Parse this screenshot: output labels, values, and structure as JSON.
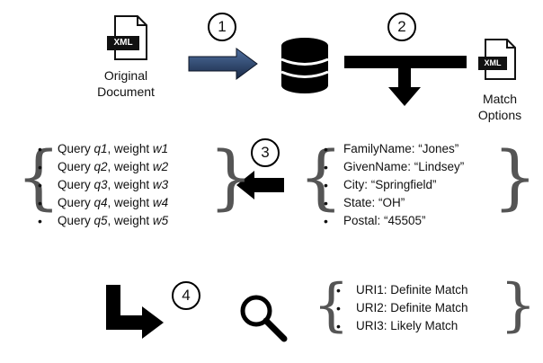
{
  "diagram": {
    "steps": [
      "1",
      "2",
      "3",
      "4"
    ],
    "original_document": {
      "file_badge": "XML",
      "label_line1": "Original",
      "label_line2": "Document"
    },
    "match_options": {
      "file_badge": "XML",
      "label_line1": "Match",
      "label_line2": "Options"
    },
    "queries": [
      {
        "prefix": "Query ",
        "q": "q1",
        "mid": ", weight ",
        "w": "w1"
      },
      {
        "prefix": "Query ",
        "q": "q2",
        "mid": ", weight ",
        "w": "w2"
      },
      {
        "prefix": "Query ",
        "q": "q3",
        "mid": ", weight ",
        "w": "w3"
      },
      {
        "prefix": "Query ",
        "q": "q4",
        "mid": ", weight ",
        "w": "w4"
      },
      {
        "prefix": "Query ",
        "q": "q5",
        "mid": ", weight ",
        "w": "w5"
      }
    ],
    "fields": [
      "FamilyName: “Jones”",
      "GivenName: “Lindsey”",
      "City: “Springfield”",
      "State: “OH”",
      "Postal: “45505”"
    ],
    "results": [
      "URI1: Definite Match",
      "URI2: Definite Match",
      "URI3: Likely Match"
    ],
    "icons": [
      "xml-file-icon",
      "database-icon",
      "magnifier-icon",
      "arrow-right-icon",
      "tee-arrow-down-icon",
      "arrow-left-icon",
      "elbow-arrow-icon"
    ]
  }
}
